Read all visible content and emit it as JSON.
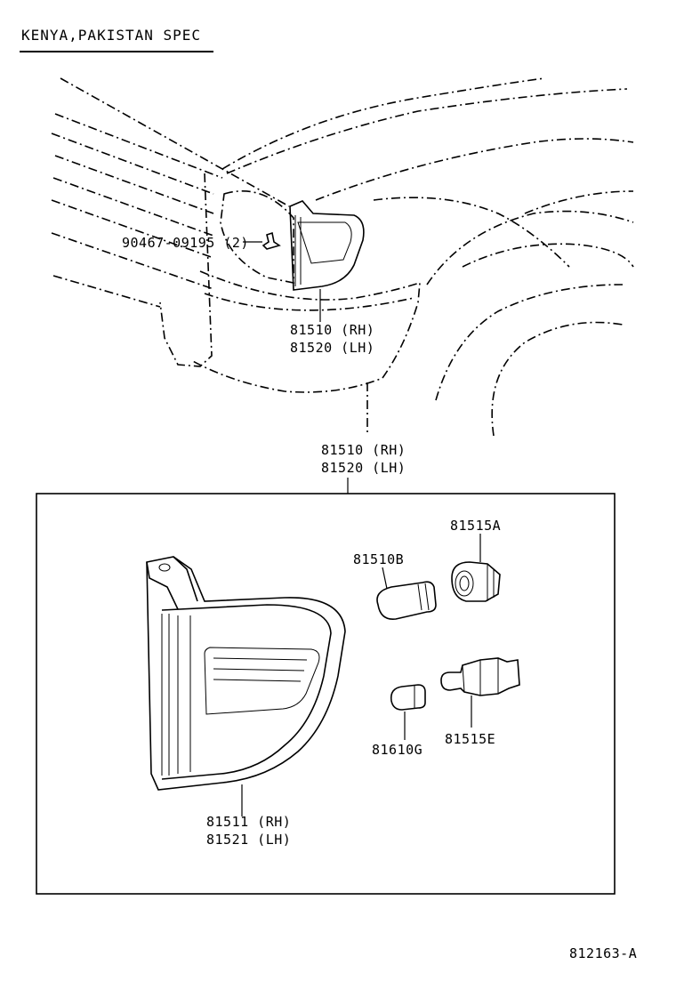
{
  "header": {
    "spec": "KENYA,PAKISTAN SPEC"
  },
  "top_view": {
    "screw_label": "90467-09195 (2)",
    "lamp_label_rh": "81510 (RH)",
    "lamp_label_lh": "81520 (LH)"
  },
  "assembly": {
    "title_rh": "81510 (RH)",
    "title_lh": "81520 (LH)",
    "parts": {
      "socket_a": "81515A",
      "bulb_b": "81510B",
      "bulb_g": "81610G",
      "socket_e": "81515E",
      "lens_rh": "81511 (RH)",
      "lens_lh": "81521 (LH)"
    }
  },
  "footer": {
    "figure_code": "812163-A"
  }
}
